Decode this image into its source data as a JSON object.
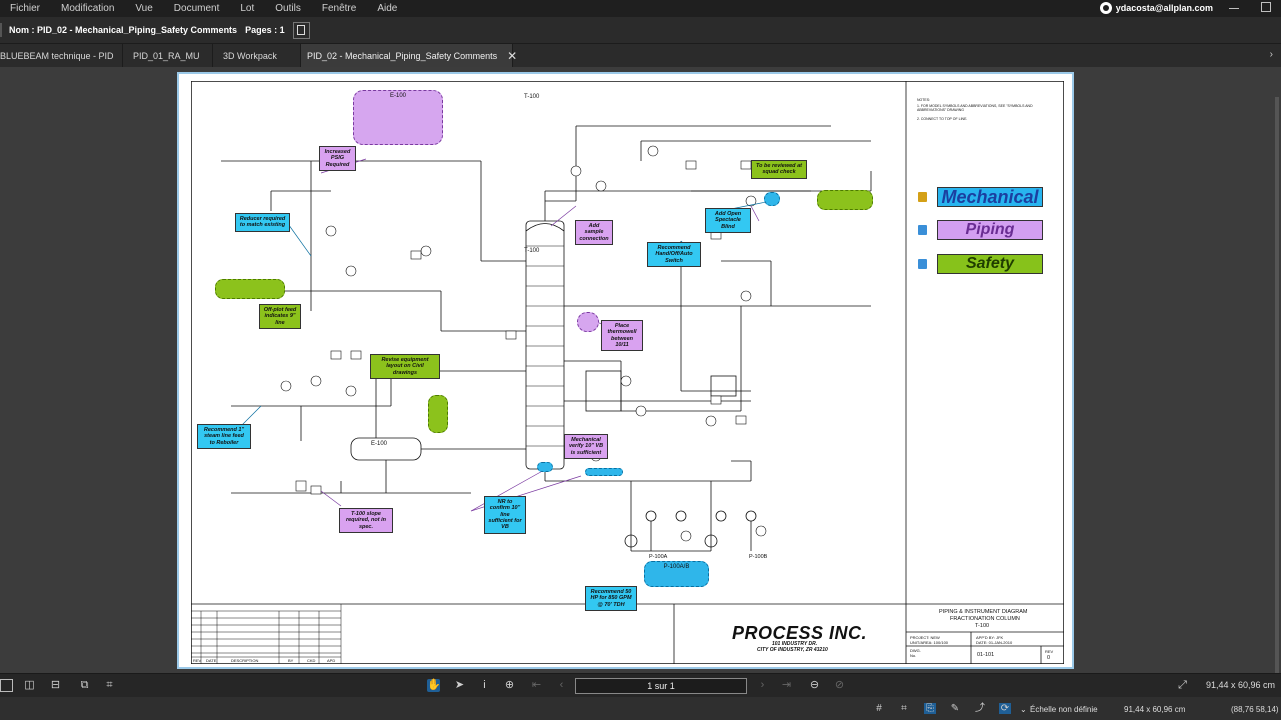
{
  "menu": {
    "items": [
      "Fichier",
      "Modification",
      "Vue",
      "Document",
      "Lot",
      "Outils",
      "Fenêtre",
      "Aide"
    ],
    "user": "ydacosta@allplan.com"
  },
  "docbar": {
    "name_label": "Nom : PID_02 - Mechanical_Piping_Safety Comments",
    "pages_label": "Pages : 1"
  },
  "tabs": [
    {
      "label": "BLUEBEAM technique - PID",
      "active": false
    },
    {
      "label": "PID_01_RA_MU",
      "active": false
    },
    {
      "label": "3D Workpack",
      "active": false
    },
    {
      "label": "PID_02 - Mechanical_Piping_Safety Comments",
      "active": true
    }
  ],
  "tab_close_glyph": "✕",
  "legend": {
    "mechanical": "Mechanical",
    "piping": "Piping",
    "safety": "Safety"
  },
  "markups": {
    "increased_psig": "Increased PSIG Required",
    "reducer": "Reducer required to match existing",
    "offplot": "Off-plot feed indicates 9\" line",
    "recommend_steam": "Recommend 1\" steam line feed to Reboiler",
    "revise_layout": "Revise equipment layout on Civil drawings",
    "slope": "T-100 slope required, not in spec.",
    "nr_confirm": "NR to confirm 10\" line sufficient for VB",
    "mech_verify": "Mechanical verify 10\" VB is sufficient",
    "add_sample": "Add sample connection",
    "reviewed_squad": "To be reviewed at squad check",
    "add_spectacle": "Add Open Spectacle Blind",
    "recommend_hand": "Recommend Hand/Off/Auto Switch",
    "place_thermowell": "Place thermowell between 10/11",
    "recommend_50hp": "Recommend 50 HP for 850 GPM @ 70' TDH"
  },
  "equipment": {
    "e100_top": "E-100",
    "t100_top": "T-100",
    "t100_vessel": "T-100",
    "e100_exchanger": "E-100",
    "p100a": "P-100A",
    "p100b": "P-100B",
    "p100ab": "P-100A/B"
  },
  "title_block": {
    "company": "PROCESS INC.",
    "addr1": "101 INDUSTRY DR.",
    "addr2": "CITY OF INDUSTRY, ZR 43210",
    "drawing_title1": "PIPING & INSTRUMENT DIAGRAM",
    "drawing_title2": "FRACTIONATION COLUMN",
    "drawing_title3": "T-100",
    "dwg_no": "01-101",
    "rev": "0",
    "project": "PROJECT: NEW",
    "unit": "UNIT/AREA: 100/100",
    "appd": "APP'D BY: JFK",
    "date": "DATE: 01-JAN-2010",
    "dwg_label": "DWG. No.",
    "rev_label": "REV"
  },
  "revision_table": {
    "headers": [
      "REV",
      "DATE",
      "DESCRIPTION",
      "BY",
      "CKD",
      "APD"
    ]
  },
  "notes": {
    "heading": "NOTES:",
    "n1": "1. FOR MODEL SYMBOLS AND ABBREVIATIONS, SEE \"SYMBOLS AND ABBREVIATIONS\" DRAWING",
    "n2": "2. CONNECT TO TOP OF LINE."
  },
  "toolbar": {
    "page_field": "1 sur 1",
    "dims": "91,44 x 60,96 cm"
  },
  "status": {
    "scale": "Échelle non définie",
    "dims": "91,44 x 60,96 cm",
    "coords": "(88,76  58,14)"
  },
  "colors": {
    "purple": "#d9a2f0",
    "cyan": "#33c8f2",
    "green": "#8cc21c"
  }
}
